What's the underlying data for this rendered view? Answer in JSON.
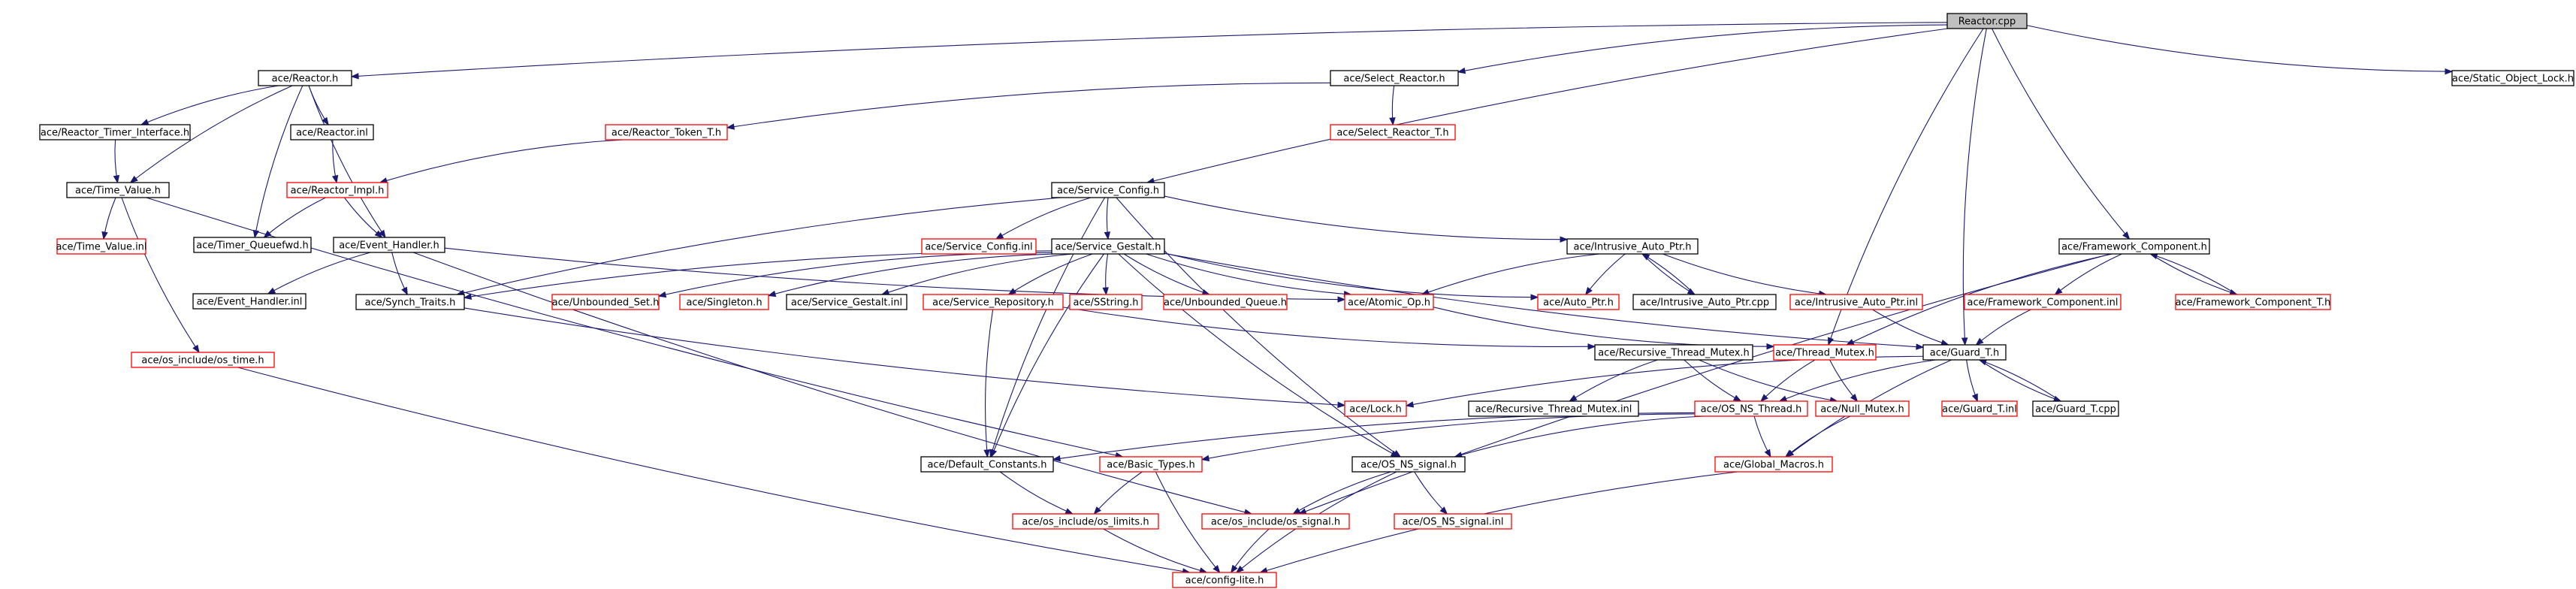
{
  "diagram": {
    "title": "Reactor.cpp include dependency graph",
    "nodes": [
      {
        "id": "reactor_cpp",
        "label": "Reactor.cpp",
        "style": "root"
      },
      {
        "id": "reactor_h",
        "label": "ace/Reactor.h",
        "style": "black"
      },
      {
        "id": "select_reactor_h",
        "label": "ace/Select_Reactor.h",
        "style": "black"
      },
      {
        "id": "static_object_lock_h",
        "label": "ace/Static_Object_Lock.h",
        "style": "black"
      },
      {
        "id": "reactor_timer_interface_h",
        "label": "ace/Reactor_Timer_Interface.h",
        "style": "black"
      },
      {
        "id": "reactor_inl",
        "label": "ace/Reactor.inl",
        "style": "black"
      },
      {
        "id": "reactor_token_t_h",
        "label": "ace/Reactor_Token_T.h",
        "style": "red"
      },
      {
        "id": "select_reactor_t_h",
        "label": "ace/Select_Reactor_T.h",
        "style": "red"
      },
      {
        "id": "time_value_h",
        "label": "ace/Time_Value.h",
        "style": "black"
      },
      {
        "id": "reactor_impl_h",
        "label": "ace/Reactor_Impl.h",
        "style": "red"
      },
      {
        "id": "service_config_h",
        "label": "ace/Service_Config.h",
        "style": "black"
      },
      {
        "id": "time_value_inl",
        "label": "ace/Time_Value.inl",
        "style": "red"
      },
      {
        "id": "timer_queuefwd_h",
        "label": "ace/Timer_Queuefwd.h",
        "style": "black"
      },
      {
        "id": "event_handler_h",
        "label": "ace/Event_Handler.h",
        "style": "black"
      },
      {
        "id": "service_config_inl",
        "label": "ace/Service_Config.inl",
        "style": "red"
      },
      {
        "id": "service_gestalt_h",
        "label": "ace/Service_Gestalt.h",
        "style": "black"
      },
      {
        "id": "intrusive_auto_ptr_h",
        "label": "ace/Intrusive_Auto_Ptr.h",
        "style": "black"
      },
      {
        "id": "framework_component_h",
        "label": "ace/Framework_Component.h",
        "style": "black"
      },
      {
        "id": "event_handler_inl",
        "label": "ace/Event_Handler.inl",
        "style": "black"
      },
      {
        "id": "synch_traits_h",
        "label": "ace/Synch_Traits.h",
        "style": "black"
      },
      {
        "id": "unbounded_set_h",
        "label": "ace/Unbounded_Set.h",
        "style": "red"
      },
      {
        "id": "singleton_h",
        "label": "ace/Singleton.h",
        "style": "red"
      },
      {
        "id": "service_gestalt_inl",
        "label": "ace/Service_Gestalt.inl",
        "style": "black"
      },
      {
        "id": "service_repository_h",
        "label": "ace/Service_Repository.h",
        "style": "red"
      },
      {
        "id": "sstring_h",
        "label": "ace/SString.h",
        "style": "red"
      },
      {
        "id": "unbounded_queue_h",
        "label": "ace/Unbounded_Queue.h",
        "style": "red"
      },
      {
        "id": "atomic_op_h",
        "label": "ace/Atomic_Op.h",
        "style": "red"
      },
      {
        "id": "auto_ptr_h",
        "label": "ace/Auto_Ptr.h",
        "style": "red"
      },
      {
        "id": "intrusive_auto_ptr_cpp",
        "label": "ace/Intrusive_Auto_Ptr.cpp",
        "style": "black"
      },
      {
        "id": "intrusive_auto_ptr_inl",
        "label": "ace/Intrusive_Auto_Ptr.inl",
        "style": "red"
      },
      {
        "id": "framework_component_inl",
        "label": "ace/Framework_Component.inl",
        "style": "red"
      },
      {
        "id": "framework_component_t_h",
        "label": "ace/Framework_Component_T.h",
        "style": "red"
      },
      {
        "id": "os_time_h",
        "label": "ace/os_include/os_time.h",
        "style": "red"
      },
      {
        "id": "recursive_thread_mutex_h",
        "label": "ace/Recursive_Thread_Mutex.h",
        "style": "black"
      },
      {
        "id": "thread_mutex_h",
        "label": "ace/Thread_Mutex.h",
        "style": "red"
      },
      {
        "id": "guard_t_h",
        "label": "ace/Guard_T.h",
        "style": "black"
      },
      {
        "id": "lock_h",
        "label": "ace/Lock.h",
        "style": "red"
      },
      {
        "id": "recursive_thread_mutex_inl",
        "label": "ace/Recursive_Thread_Mutex.inl",
        "style": "black"
      },
      {
        "id": "os_ns_thread_h",
        "label": "ace/OS_NS_Thread.h",
        "style": "red"
      },
      {
        "id": "null_mutex_h",
        "label": "ace/Null_Mutex.h",
        "style": "red"
      },
      {
        "id": "guard_t_inl",
        "label": "ace/Guard_T.inl",
        "style": "red"
      },
      {
        "id": "guard_t_cpp",
        "label": "ace/Guard_T.cpp",
        "style": "black"
      },
      {
        "id": "default_constants_h",
        "label": "ace/Default_Constants.h",
        "style": "black"
      },
      {
        "id": "basic_types_h",
        "label": "ace/Basic_Types.h",
        "style": "red"
      },
      {
        "id": "os_ns_signal_h",
        "label": "ace/OS_NS_signal.h",
        "style": "black"
      },
      {
        "id": "global_macros_h",
        "label": "ace/Global_Macros.h",
        "style": "red"
      },
      {
        "id": "os_limits_h",
        "label": "ace/os_include/os_limits.h",
        "style": "red"
      },
      {
        "id": "os_signal_h",
        "label": "ace/os_include/os_signal.h",
        "style": "red"
      },
      {
        "id": "os_ns_signal_inl",
        "label": "ace/OS_NS_signal.inl",
        "style": "red"
      },
      {
        "id": "config_lite_h",
        "label": "ace/config-lite.h",
        "style": "red"
      }
    ]
  }
}
